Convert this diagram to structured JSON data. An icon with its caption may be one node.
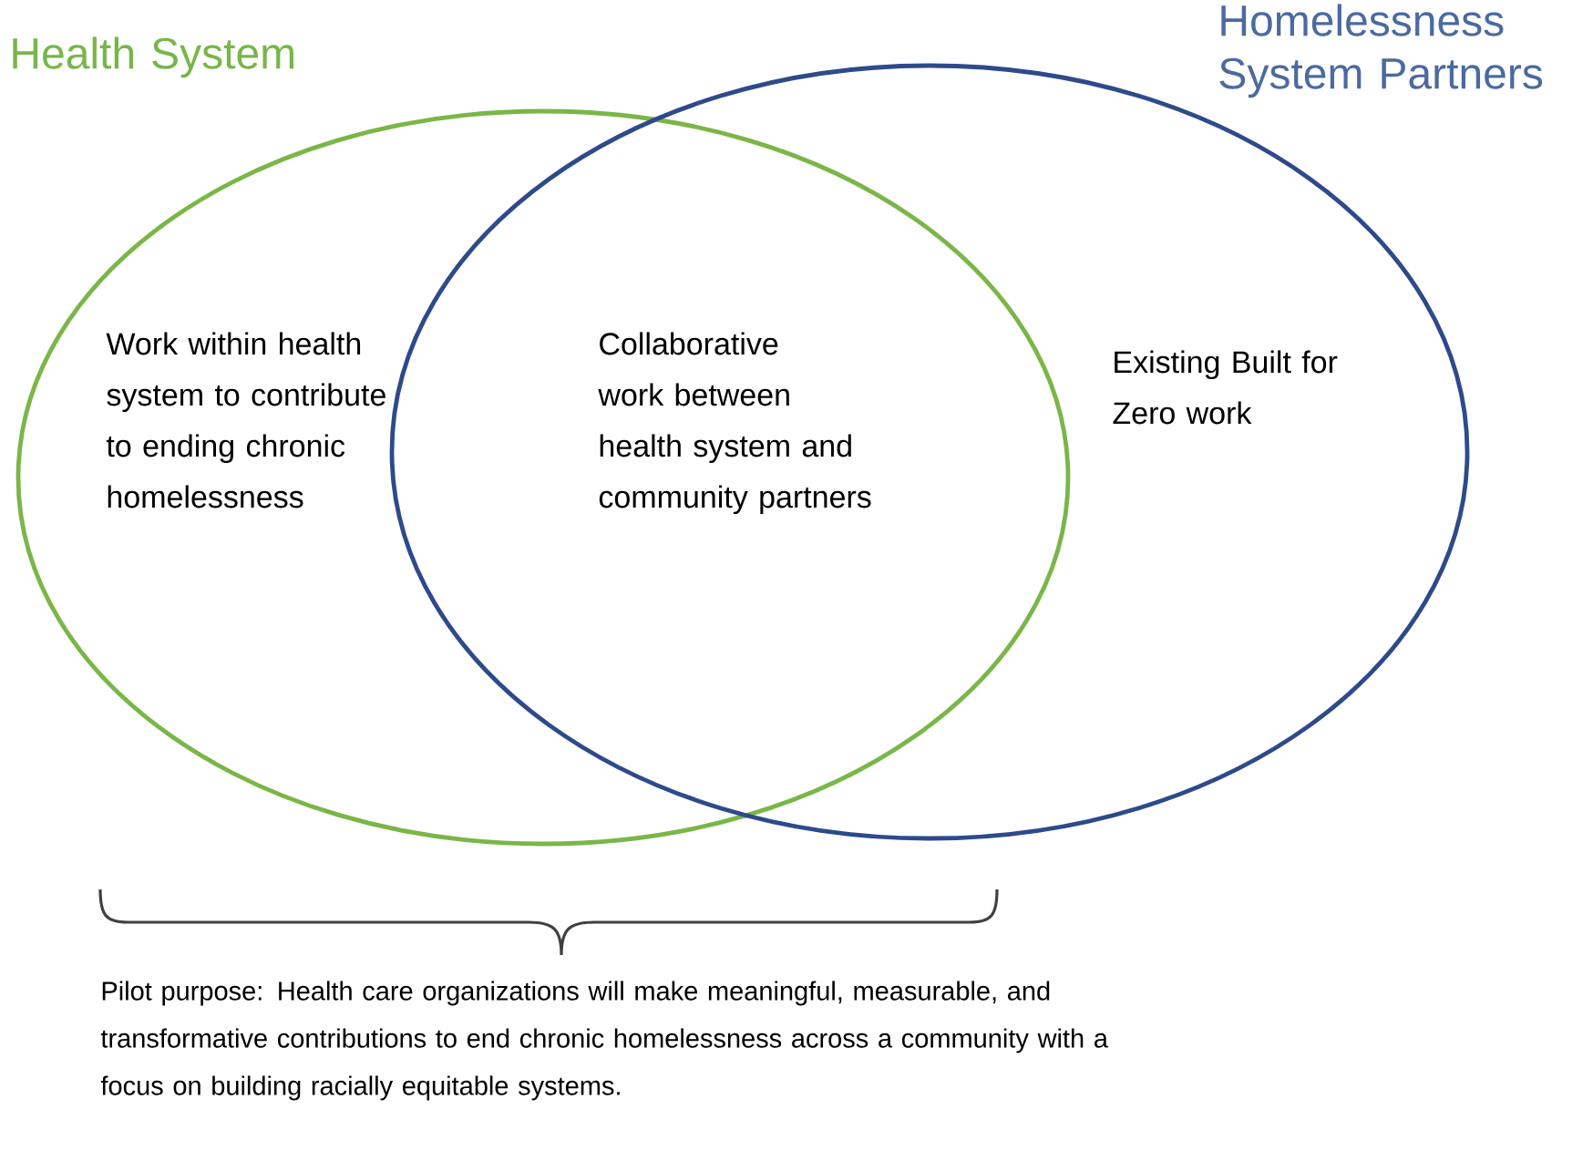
{
  "diagram": {
    "nodes": [
      {
        "text": [
          "Health System",
          "Work within health system to contribute to ending chronic homelessness"
        ]
      },
      {
        "text": [
          "Homelessness System Partners",
          "Existing Built for Zero work"
        ]
      }
    ],
    "edges": [],
    "labels": [
      "Collaborative work between health system and community partners",
      "Pilot purpose: Health care organizations will make meaningful, measurable, and transformative contributions to end chronic homelessness across a community with a focus on building racially equitable systems."
    ]
  }
}
